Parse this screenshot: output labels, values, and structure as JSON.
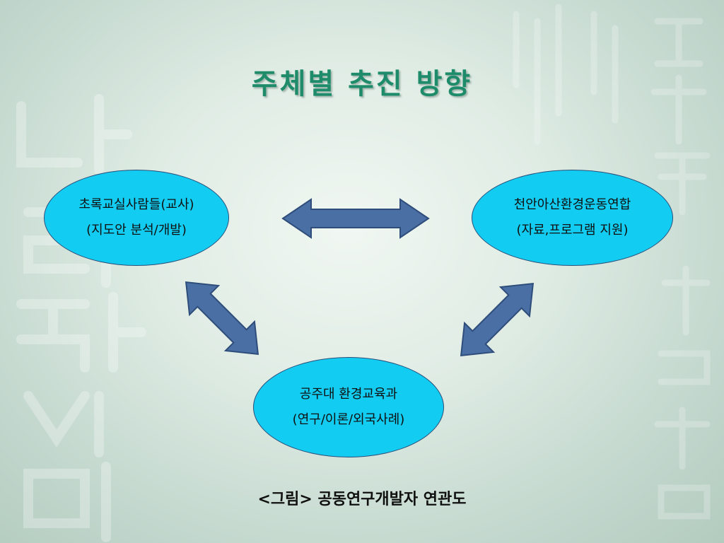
{
  "slide": {
    "title": "주체별 추진 방향",
    "caption": "<그림> 공동연구개발자 연관도"
  },
  "nodes": {
    "teacher": {
      "line1": "초록교실사람들(교사)",
      "line2": "(지도안 분석/개발)"
    },
    "union": {
      "line1": "천안아산환경운동연합",
      "line2": "(자료,프로그램 지원)"
    },
    "univ": {
      "line1": "공주대 환경교육과",
      "line2": "(연구/이론/외국사례)"
    }
  },
  "colors": {
    "title": "#1e8c6a",
    "node_fill": "#13ccf2",
    "arrow_fill": "#4a6fa5",
    "arrow_stroke": "#2f4d7a"
  },
  "icons": {
    "arrows": [
      "double-arrow-horizontal",
      "double-arrow-diagonal",
      "double-arrow-diagonal"
    ]
  }
}
